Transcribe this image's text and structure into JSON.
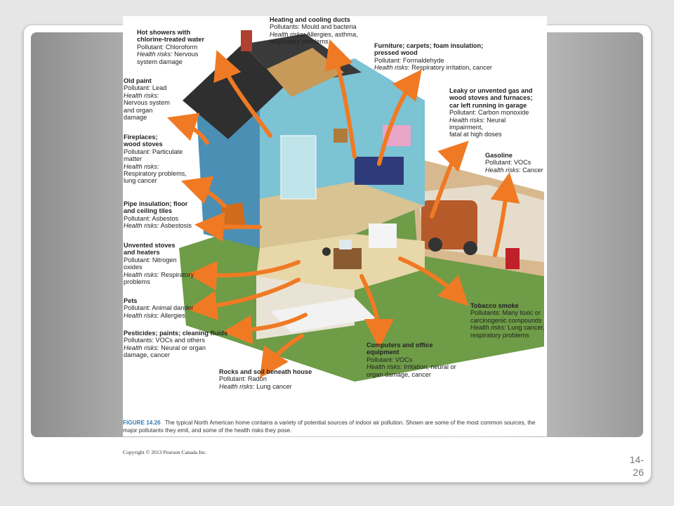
{
  "slide_number": "14-\n26",
  "copyright": "Copyright © 2013 Pearson Canada Inc.",
  "caption": {
    "figure_label": "FIGURE 14.26",
    "text": "The typical North American home contains a variety of potential sources of indoor air pollution. Shown are some of the most common sources, the major pollutants they emit, and some of the health risks they pose."
  },
  "colors": {
    "arrow": "#f07a24",
    "roof": "#2f2f2f",
    "siding": "#4b8fb5",
    "wall_blue": "#7cc3d4",
    "ground": "#6e9c47",
    "floor": "#d8c393"
  },
  "labels": {
    "heating": {
      "title": "Heating and cooling ducts",
      "pollutant": "Pollutants: Mould and bacteria",
      "risk_label": "Health risks:",
      "risk": " Allergies, asthma,",
      "risk2": "respiratory problems"
    },
    "showers": {
      "title": "Hot showers with",
      "title2": "chlorine-treated water",
      "pollutant": "Pollutant: Chloroform",
      "risk_label": "Health risks:",
      "risk": " Nervous",
      "risk2": "system damage"
    },
    "furniture": {
      "title": "Furniture; carpets; foam insulation;",
      "title2": "pressed wood",
      "pollutant": "Pollutant: Formaldehyde",
      "risk_label": "Health risks:",
      "risk": " Respiratory irritation, cancer"
    },
    "oldpaint": {
      "title": "Old paint",
      "pollutant": "Pollutant: Lead",
      "risk_label": "Health risks:",
      "risk": "Nervous system",
      "risk2": "and organ",
      "risk3": "damage"
    },
    "gas": {
      "title": "Leaky or unvented gas and",
      "title2": "wood stoves and furnaces;",
      "title3": "car left running in garage",
      "pollutant": "Pollutant: Carbon monoxide",
      "risk_label": "Health risks:",
      "risk": " Neural",
      "risk2": "impairment,",
      "risk3": "fatal at high doses"
    },
    "fireplaces": {
      "title": "Fireplaces;",
      "title2": "wood stoves",
      "pollutant": "Pollutant: Particulate",
      "pollutant2": "matter",
      "risk_label": "Health risks:",
      "risk": "Respiratory problems,",
      "risk2": "lung cancer"
    },
    "gasoline": {
      "title": "Gasoline",
      "pollutant": "Pollutant: VOCs",
      "risk_label": "Health risks:",
      "risk": " Cancer"
    },
    "pipe": {
      "title": "Pipe insulation; floor",
      "title2": "and ceiling tiles",
      "pollutant": "Pollutant: Asbestos",
      "risk_label": "Health risks:",
      "risk": " Asbestosis"
    },
    "stoves": {
      "title": "Unvented stoves",
      "title2": "and heaters",
      "pollutant": "Pollutant: Nitrogen",
      "pollutant2": "oxides",
      "risk_label": "Health risks:",
      "risk": " Respiratory",
      "risk2": "problems"
    },
    "pets": {
      "title": "Pets",
      "pollutant": "Pollutant: Animal dander",
      "risk_label": "Health risks:",
      "risk": " Allergies"
    },
    "tobacco": {
      "title": "Tobacco smoke",
      "pollutant": "Pollutants: Many toxic or",
      "pollutant2": "carcinogenic compounds",
      "risk_label": "Health risks:",
      "risk": " Lung cancer,",
      "risk2": "respiratory problems"
    },
    "pesticides": {
      "title": "Pesticides; paints; cleaning fluids",
      "pollutant": "Pollutants: VOCs and others",
      "risk_label": "Health risks:",
      "risk": " Neural or organ",
      "risk2": "damage, cancer"
    },
    "computers": {
      "title": "Computers and office",
      "title2": "equipment",
      "pollutant": "Pollutant: VOCs",
      "risk_label": "Health risks:",
      "risk": " Irritation, neural or",
      "risk2": "organ damage, cancer"
    },
    "rocks": {
      "title": "Rocks and soil beneath house",
      "pollutant": "Pollutant: Radon",
      "risk_label": "Health risks:",
      "risk": " Lung cancer"
    }
  }
}
